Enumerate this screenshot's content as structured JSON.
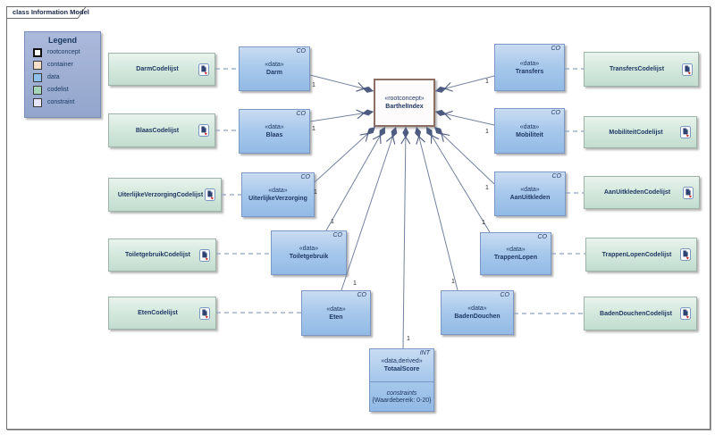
{
  "diagram": {
    "frame_label": "class Information Model"
  },
  "legend": {
    "title": "Legend",
    "items": [
      {
        "label": "rootconcept",
        "color": "#ffffff"
      },
      {
        "label": "container",
        "color": "#f6dfc8"
      },
      {
        "label": "data",
        "color": "#8ec0ec"
      },
      {
        "label": "codelist",
        "color": "#a5d6ba"
      },
      {
        "label": "constraint",
        "color": "#e6e6f8"
      }
    ]
  },
  "root_node": {
    "stereotype": "«rootconcept»",
    "name": "BarthelIndex"
  },
  "data_nodes": [
    {
      "corner": "CO",
      "stereotype": "«data»",
      "name": "Darm"
    },
    {
      "corner": "CO",
      "stereotype": "«data»",
      "name": "Blaas"
    },
    {
      "corner": "CO",
      "stereotype": "«data»",
      "name": "UiterlijkeVerzorging"
    },
    {
      "corner": "CO",
      "stereotype": "«data»",
      "name": "Toiletgebruik"
    },
    {
      "corner": "CO",
      "stereotype": "«data»",
      "name": "Eten"
    },
    {
      "corner": "INT",
      "stereotype": "«data,derived»",
      "name": "TotaalScore",
      "constraints_label": "constraints",
      "constraints_value": "{Waardebereik: 0-20}"
    },
    {
      "corner": "CO",
      "stereotype": "«data»",
      "name": "BadenDouchen"
    },
    {
      "corner": "CO",
      "stereotype": "«data»",
      "name": "TrappenLopen"
    },
    {
      "corner": "CO",
      "stereotype": "«data»",
      "name": "AanUitkleden"
    },
    {
      "corner": "CO",
      "stereotype": "«data»",
      "name": "Mobiliteit"
    },
    {
      "corner": "CO",
      "stereotype": "«data»",
      "name": "Transfers"
    }
  ],
  "codelists": [
    {
      "label": "DarmCodelijst"
    },
    {
      "label": "BlaasCodelijst"
    },
    {
      "label": "UiterlijkeVerzorgingCodelijst"
    },
    {
      "label": "ToiletgebruikCodelijst"
    },
    {
      "label": "EtenCodelijst"
    },
    {
      "label": "BadenDouchenCodelijst"
    },
    {
      "label": "TrappenLopenCodelijst"
    },
    {
      "label": "AanUitkledenCodelijst"
    },
    {
      "label": "MobiliteitCodelijst"
    },
    {
      "label": "TransfersCodelijst"
    }
  ],
  "connections": [
    {
      "multiplicity": "1"
    },
    {
      "multiplicity": "1"
    },
    {
      "multiplicity": "1"
    },
    {
      "multiplicity": "1"
    },
    {
      "multiplicity": "1"
    },
    {
      "multiplicity": "1"
    },
    {
      "multiplicity": "1"
    },
    {
      "multiplicity": "1"
    },
    {
      "multiplicity": "1"
    },
    {
      "multiplicity": "1"
    },
    {
      "multiplicity": "1"
    }
  ],
  "colors": {
    "data_fill": "#a9c9ec",
    "codelist_fill": "#d4e8dc",
    "rootconcept_border": "#8d6e63",
    "legend_fill": "#9aabd0",
    "connector_line": "#74819e",
    "composition_diamond": "#4d5b80"
  }
}
